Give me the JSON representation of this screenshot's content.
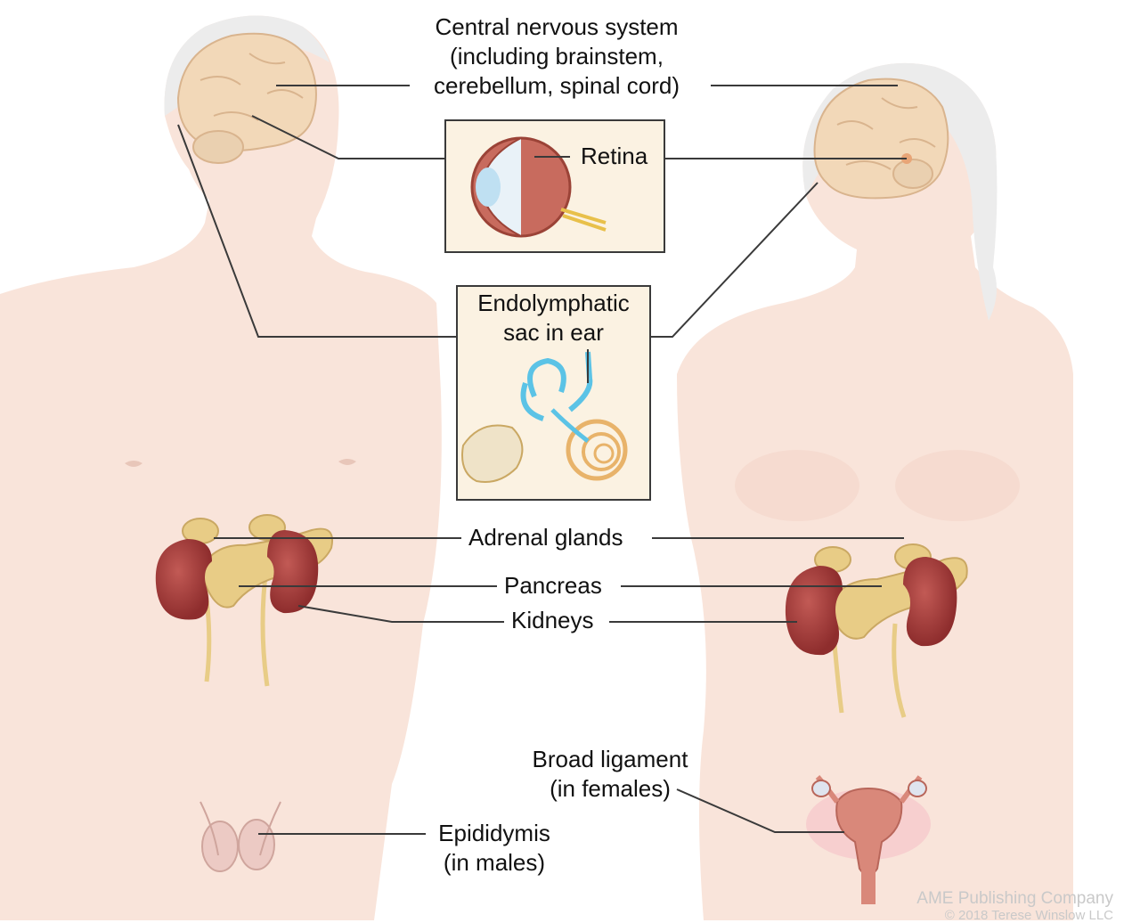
{
  "labels": {
    "cns": "Central nervous system\n(including brainstem,\ncerebellum, spinal cord)",
    "retina": "Retina",
    "endolymphatic": "Endolymphatic\nsac in ear",
    "adrenal": "Adrenal glands",
    "pancreas": "Pancreas",
    "kidneys": "Kidneys",
    "broad_ligament": "Broad ligament\n(in females)",
    "epididymis": "Epididymis\n(in males)"
  },
  "credit": {
    "publisher": "AME Publishing Company",
    "copyright": "© 2018 Terese Winslow LLC"
  },
  "colors": {
    "skin": "#f9e4da",
    "kidney": "#a63a3a",
    "pancreas": "#e8cc86",
    "brain": "#f2d8b8",
    "canal": "#5bc3e6",
    "uterus": "#d9887a",
    "leader_line": "#3a3a3a",
    "box_fill": "#fbf2e2"
  }
}
